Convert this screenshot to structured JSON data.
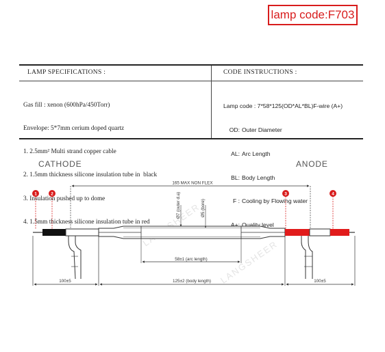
{
  "lamp_code_badge": "lamp code:F703",
  "specifications": {
    "header": "LAMP SPECIFICATIONS :",
    "lines": [
      "Gas fill : xenon (600hPa/450Torr)",
      "Envelope: 5*7mm cerium doped quartz",
      "1. 2.5mm² Multi strand copper cable",
      "2. 1.5mm thickness silicone insulation tube in  black",
      "3. Insulation pushed up to dome",
      "4. 1.5mm thickness silicone insulation tube in red"
    ]
  },
  "code_instructions": {
    "header": "CODE INSTRUCTIONS :",
    "code_line": "Lamp code : 7*58*125(OD*AL*BL)F-wire (A+)",
    "legend": [
      {
        "key": "OD:",
        "desc": "Outer Diameter"
      },
      {
        "key": "AL:",
        "desc": "Arc Length"
      },
      {
        "key": "BL:",
        "desc": "Body Length"
      },
      {
        "key": "F :",
        "desc": "Cooling by Flowing water"
      },
      {
        "key": "A+:",
        "desc": "Quality level"
      }
    ]
  },
  "drawing": {
    "cathode_label": "CATHODE",
    "anode_label": "ANODE",
    "overall_dim": "165 MAX NON FLEX",
    "outer_dia": "Ø7 (outer d.a)",
    "bore": "Ø5 (bore)",
    "arc_length": "58±1 (arc length)",
    "body_length": "125±2 (body length)",
    "left_lead": "100±5",
    "right_lead": "100±5",
    "markers": [
      "1",
      "2",
      "3",
      "4"
    ],
    "watermark": "LANGSHEER"
  },
  "colors": {
    "accent_red": "#d81c1c",
    "line": "#333333",
    "red_insulation": "#e11b1b",
    "black_insulation": "#111111"
  }
}
